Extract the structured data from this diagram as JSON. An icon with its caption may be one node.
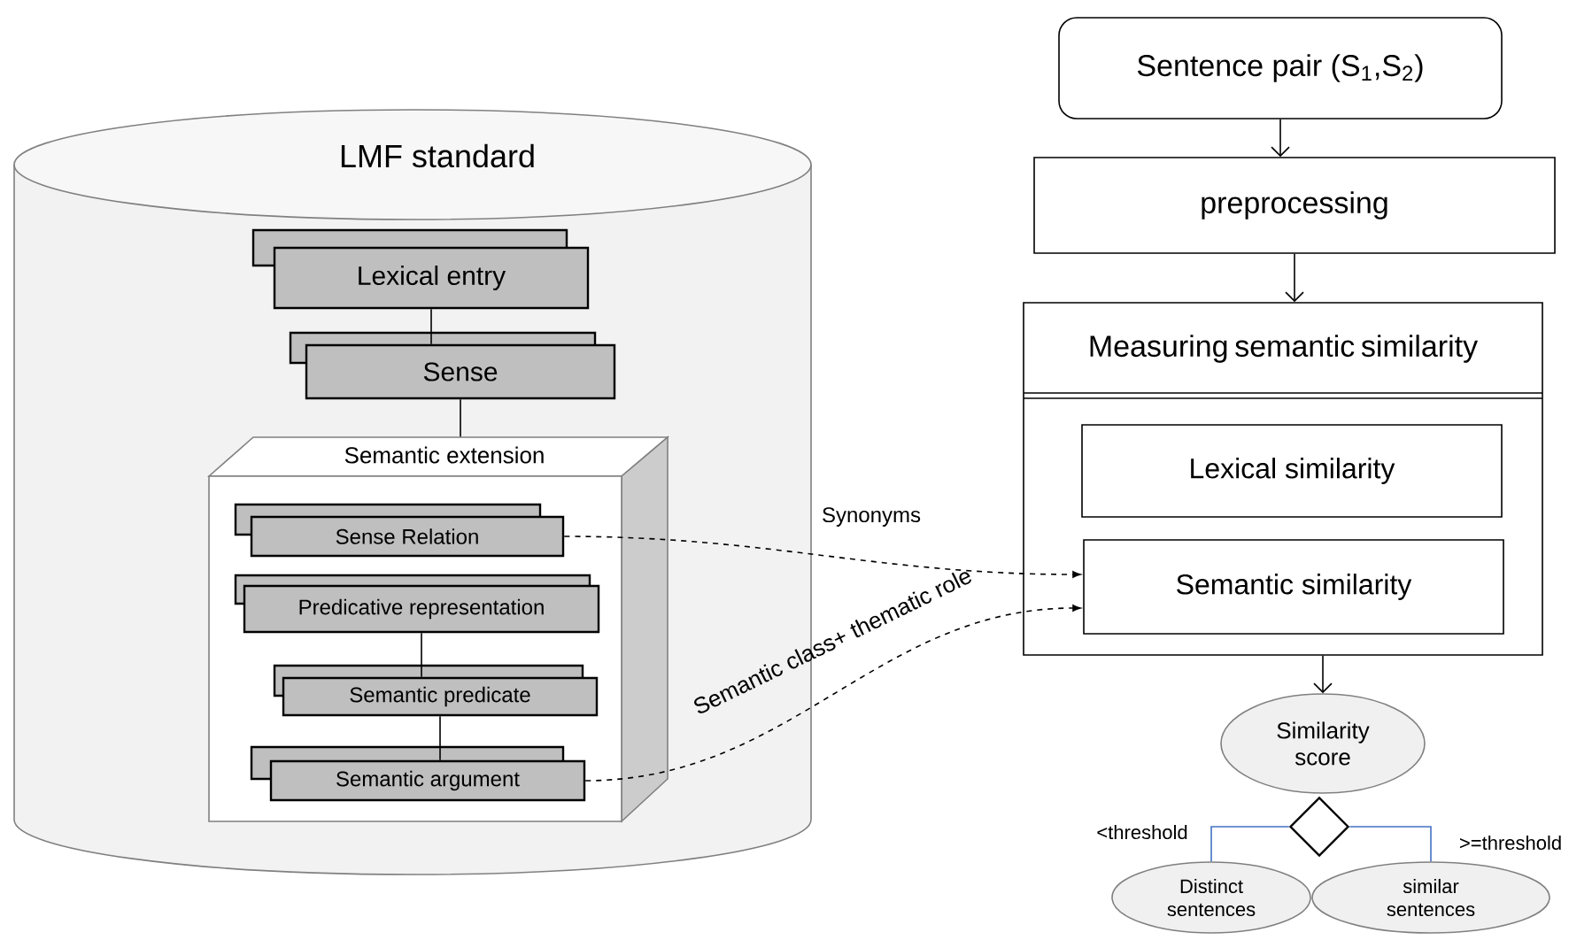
{
  "diagram": {
    "nodes": [
      {
        "text": [
          "LMF standard"
        ]
      },
      {
        "text": [
          "Lexical entry"
        ],
        "in": 0
      },
      {
        "text": [
          "Sense"
        ],
        "in": 0
      },
      {
        "text": [
          "Semantic extension"
        ],
        "in": 0
      },
      {
        "text": [
          "Sense Relation"
        ],
        "in": 3
      },
      {
        "text": [
          "Predicative representation"
        ],
        "in": 3
      },
      {
        "text": [
          "Semantic predicate"
        ],
        "in": 3
      },
      {
        "text": [
          "Semantic argument"
        ],
        "in": 3
      },
      {
        "text": [
          "Sentence pair (S$_{1}$,S$_{2}$)"
        ]
      },
      {
        "text": [
          "preprocessing"
        ]
      },
      {
        "text": [
          "Measuring semantic similarity"
        ]
      },
      {
        "text": [
          "Lexical similarity"
        ],
        "in": 10
      },
      {
        "text": [
          "Semantic similarity"
        ],
        "in": 10
      },
      {
        "text": [
          "Similarity score"
        ]
      },
      {
        "text": [],
        "shape": "diamond"
      },
      {
        "text": [
          "Distinct sentences"
        ]
      },
      {
        "text": [
          "similar sentences"
        ]
      }
    ],
    "edges": [
      {
        "from": 1,
        "to": 2,
        "arrow": "none"
      },
      {
        "from": 2,
        "to": 3,
        "arrow": "none"
      },
      {
        "from": 5,
        "to": 6,
        "arrow": "none"
      },
      {
        "from": 6,
        "to": 7,
        "arrow": "none"
      },
      {
        "from": 4,
        "to": 12,
        "arrow": "to",
        "style": "dashed",
        "label": "Synonyms"
      },
      {
        "from": 7,
        "to": 12,
        "arrow": "to",
        "style": "dashed",
        "label": "Semantic class+ thematic role"
      },
      {
        "from": 8,
        "to": 9,
        "arrow": "to"
      },
      {
        "from": 9,
        "to": 10,
        "arrow": "to"
      },
      {
        "from": 10,
        "to": 13,
        "arrow": "to"
      },
      {
        "from": 14,
        "to": 15,
        "arrow": "none",
        "color": "#4472c4",
        "label": "<threshold"
      },
      {
        "from": 14,
        "to": 16,
        "arrow": "none",
        "color": "#4472c4",
        "label": ">=threshold"
      }
    ]
  }
}
